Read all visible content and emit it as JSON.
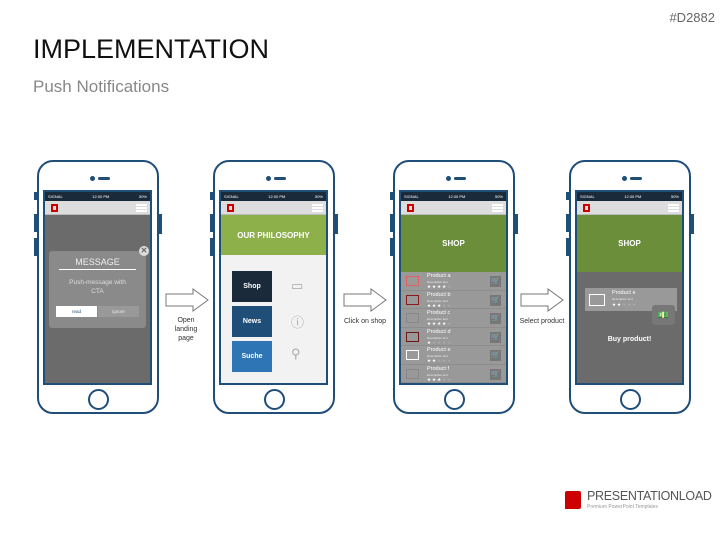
{
  "code": "#D2882",
  "title": "IMPLEMENTATION",
  "subtitle": "Push Notifications",
  "status": {
    "signal": "SIGNAL",
    "time": "12:00 PM",
    "battery": "50%"
  },
  "phone1": {
    "heading": "MESSAGE",
    "body": "Push-message with CTA",
    "read": "read",
    "ignore": "ignore"
  },
  "phone2": {
    "banner": "OUR PHILOSOPHY",
    "tiles": [
      "Shop",
      "News",
      "Suche"
    ]
  },
  "phone3": {
    "banner": "SHOP",
    "products": [
      {
        "name": "Product a",
        "desc": "Description text",
        "rating": 4,
        "icon_color": "#e06060"
      },
      {
        "name": "Product b",
        "desc": "Description text",
        "rating": 3,
        "icon_color": "#8b1a1a"
      },
      {
        "name": "Product c",
        "desc": "Description text",
        "rating": 4,
        "icon_color": "#888888"
      },
      {
        "name": "Product d",
        "desc": "Description text",
        "rating": 1,
        "icon_color": "#6b1515"
      },
      {
        "name": "Product e",
        "desc": "Description text",
        "rating": 2,
        "icon_color": "#ffffff"
      },
      {
        "name": "Product f",
        "desc": "Description text",
        "rating": 3,
        "icon_color": "#888888"
      }
    ]
  },
  "phone4": {
    "banner": "SHOP",
    "product": {
      "name": "Product e",
      "desc": "Description text",
      "rating": 2
    },
    "cta": "Buy product!"
  },
  "arrows": [
    "Open landing page",
    "Click on shop",
    "Select product"
  ],
  "brand": {
    "name": "PRESENTATIONLOAD",
    "tagline": "Premium PowerPoint Templates"
  },
  "colors": {
    "navy": "#1f4e79",
    "green_light": "#8db04a",
    "green_dark": "#6b8e3a"
  }
}
